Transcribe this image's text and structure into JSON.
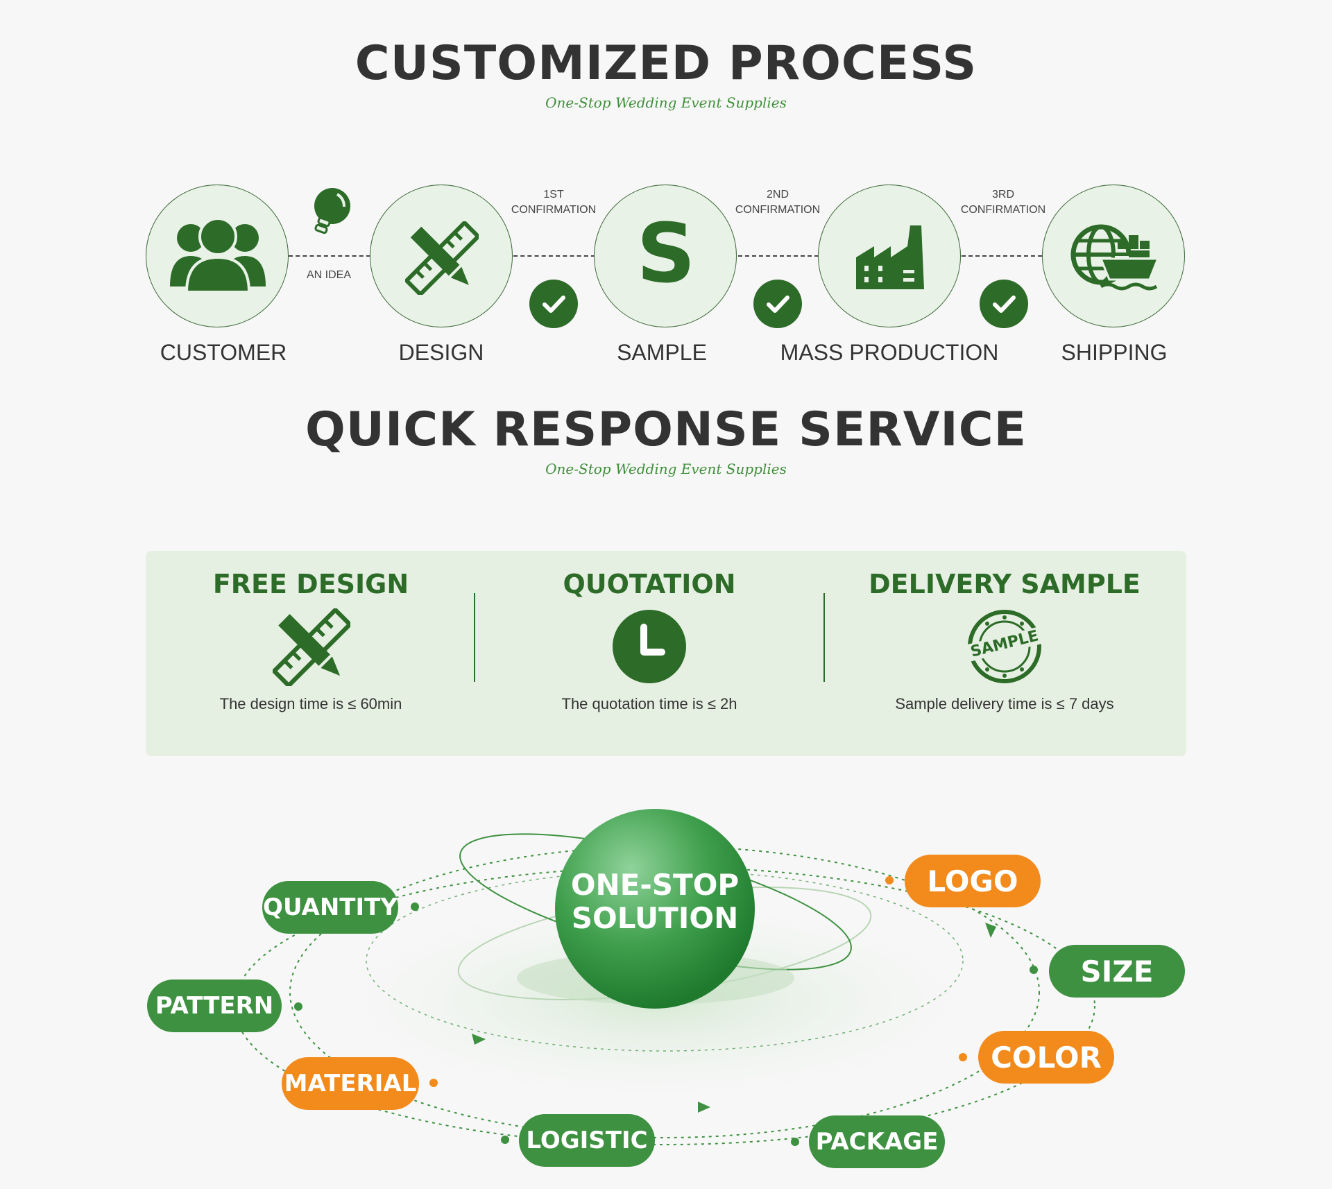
{
  "section1": {
    "title": "CUSTOMIZED PROCESS",
    "subtitle": "One-Stop Wedding Event Supplies",
    "steps": [
      {
        "label": "CUSTOMER",
        "icon": "people-icon"
      },
      {
        "label": "DESIGN",
        "icon": "pencil-ruler-icon"
      },
      {
        "label": "SAMPLE",
        "icon": "s-letter-icon",
        "glyph": "S"
      },
      {
        "label": "MASS PRODUCTION",
        "icon": "factory-icon"
      },
      {
        "label": "SHIPPING",
        "icon": "globe-ship-icon"
      }
    ],
    "connectors": [
      {
        "note": "AN IDEA",
        "icon": "lightbulb-icon"
      },
      {
        "note_line1": "1ST",
        "note_line2": "CONFIRMATION"
      },
      {
        "note_line1": "2ND",
        "note_line2": "CONFIRMATION"
      },
      {
        "note_line1": "3RD",
        "note_line2": "CONFIRMATION"
      }
    ]
  },
  "section2": {
    "title": "QUICK RESPONSE SERVICE",
    "subtitle": "One-Stop Wedding Event Supplies",
    "items": [
      {
        "title": "FREE DESIGN",
        "text": "The design time is ≤ 60min",
        "icon": "pencil-ruler-icon"
      },
      {
        "title": "QUOTATION",
        "text": "The quotation time is ≤ 2h",
        "icon": "clock-icon"
      },
      {
        "title": "DELIVERY SAMPLE",
        "text": "Sample delivery time is ≤ 7 days",
        "icon": "sample-stamp-icon",
        "stamp_text": "SAMPLE"
      }
    ]
  },
  "section3": {
    "center_line1": "ONE-STOP",
    "center_line2": "SOLUTION",
    "tags": [
      {
        "label": "QUANTITY",
        "color": "green"
      },
      {
        "label": "PATTERN",
        "color": "green"
      },
      {
        "label": "MATERIAL",
        "color": "orange"
      },
      {
        "label": "LOGISTIC",
        "color": "green"
      },
      {
        "label": "PACKAGE",
        "color": "green"
      },
      {
        "label": "COLOR",
        "color": "orange"
      },
      {
        "label": "SIZE",
        "color": "green"
      },
      {
        "label": "LOGO",
        "color": "orange"
      }
    ]
  },
  "colors": {
    "dark_green": "#2d6b28",
    "green": "#3d9140",
    "orange": "#f28a1c",
    "panel": "#e6f0e2",
    "text": "#333333"
  }
}
